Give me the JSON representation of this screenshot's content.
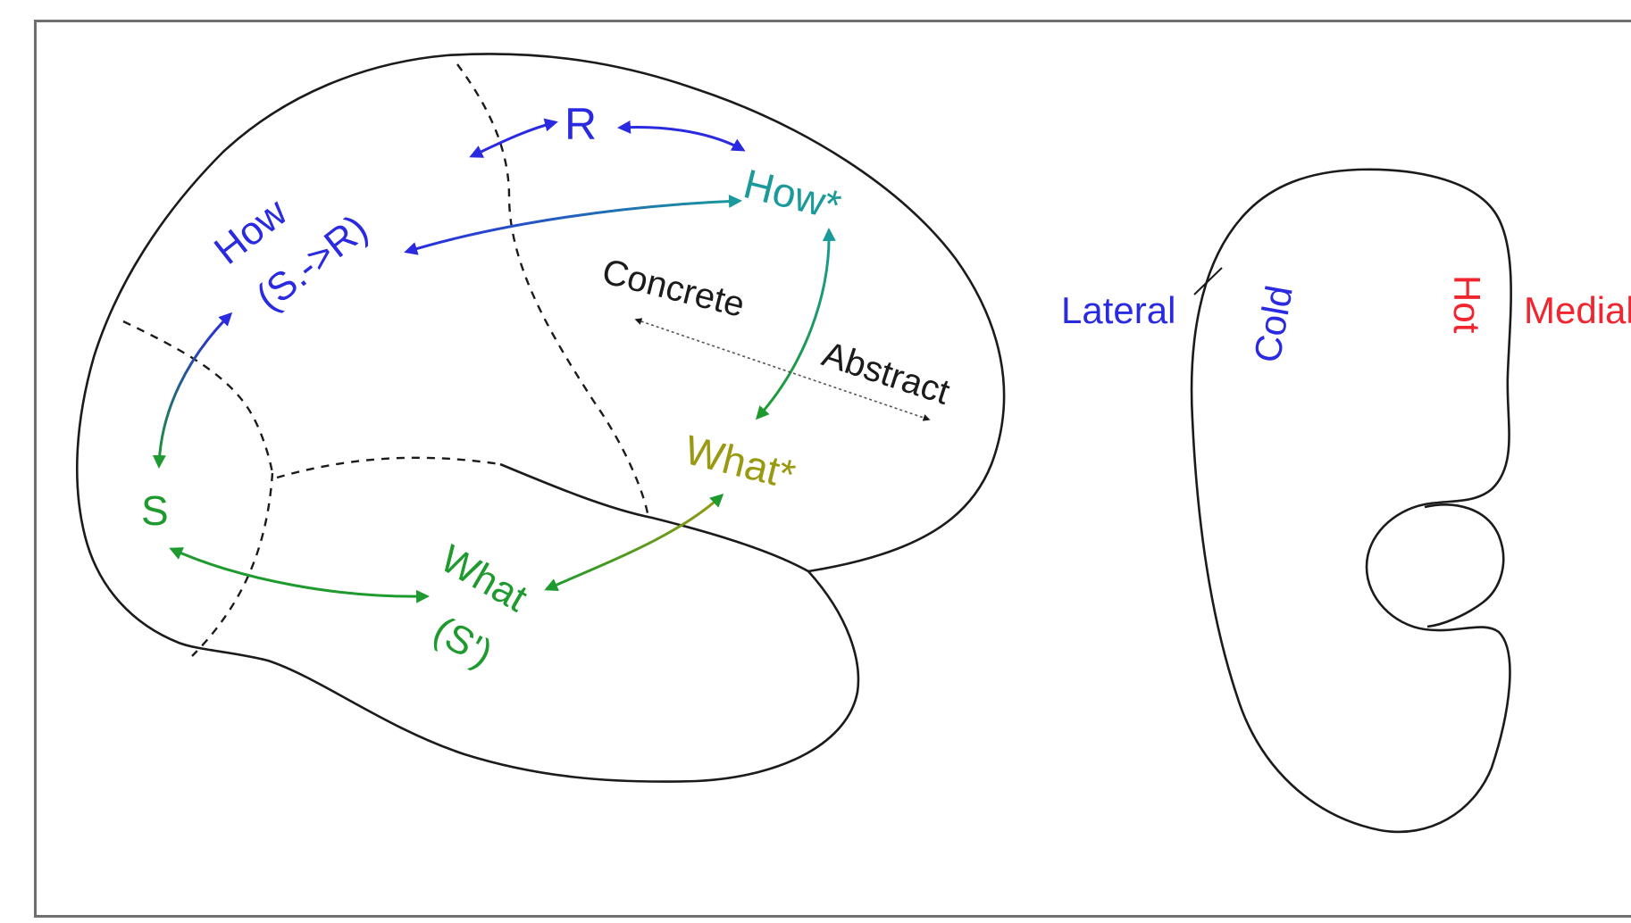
{
  "colors": {
    "blue": "#2a2ae0",
    "teal": "#1a9a9a",
    "green": "#1f9a2e",
    "olive": "#9a9a12",
    "red": "#f0252f",
    "black": "#1b1b1b"
  },
  "left_diagram": {
    "label_R": "R",
    "label_how_star": "How*",
    "label_how_line1": "How",
    "label_how_line2": "(S.->R)",
    "label_concrete": "Concrete",
    "label_abstract": "Abstract",
    "label_what_star": "What*",
    "label_S": "S",
    "label_what_line1": "What",
    "label_what_line2": "(S')"
  },
  "right_diagram": {
    "label_lateral": "Lateral",
    "label_cold": "Cold",
    "label_hot": "Hot",
    "label_medial": "Medial"
  }
}
